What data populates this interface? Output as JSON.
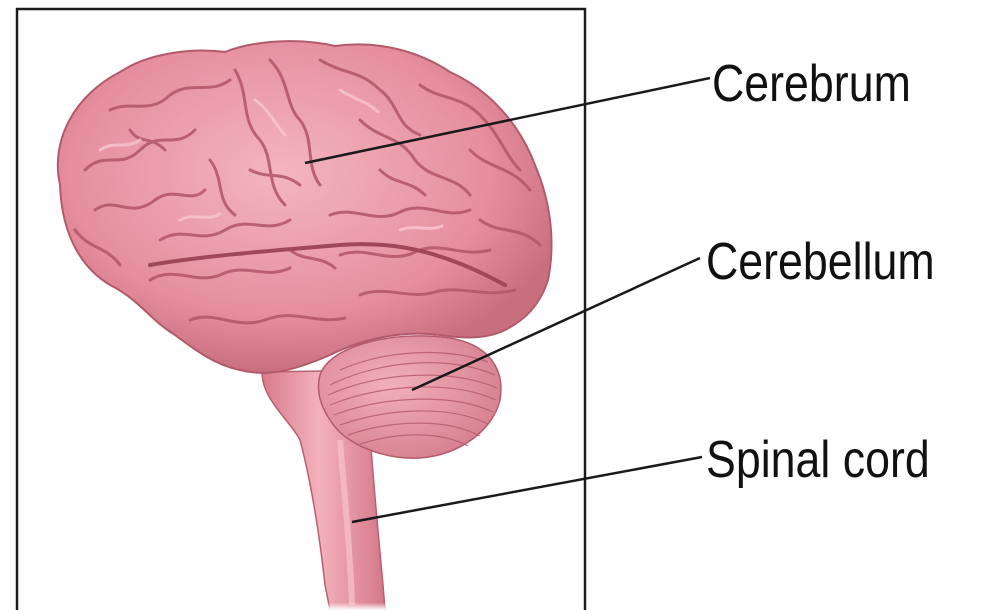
{
  "labels": {
    "cerebrum": "Cerebrum",
    "cerebellum": "Cerebellum",
    "spinal_cord": "Spinal cord"
  },
  "colors": {
    "frame": "#1a1a1a",
    "leader_line": "#1a1a1a",
    "brain_fill": "#e8909e",
    "brain_highlight": "#f4b8c2",
    "brain_shadow": "#b95a6c",
    "text": "#111111"
  }
}
